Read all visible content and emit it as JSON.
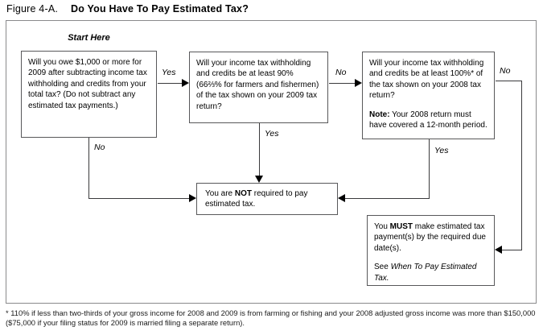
{
  "header": {
    "figure_label": "Figure 4-A.",
    "title": "Do You Have To Pay Estimated Tax?"
  },
  "flowchart": {
    "start_label": "Start Here",
    "boxes": {
      "q1": {
        "text": "Will you owe $1,000 or more for 2009 after subtracting income tax withholding and credits from your total tax? (Do not subtract any estimated tax payments.)"
      },
      "q2": {
        "text": "Will your income tax withholding and credits be at least 90% (66⅔% for farmers and fishermen) of the tax shown on your 2009 tax return?"
      },
      "q3": {
        "text": "Will your income tax withholding and credits be at least 100%* of the tax shown on your 2008 tax return?",
        "note_label": "Note:",
        "note_text": " Your 2008 return must have covered a 12-month period."
      },
      "not_required": {
        "pre": "You are ",
        "emph": "NOT",
        "post": " required to pay estimated tax."
      },
      "must_pay": {
        "pre": "You ",
        "emph": "MUST",
        "post": " make estimated tax payment(s) by the required due date(s).",
        "see_pre": "See ",
        "see_ref": "When To Pay Estimated Tax."
      }
    },
    "edge_labels": {
      "q1_yes": "Yes",
      "q1_no": "No",
      "q2_no": "No",
      "q2_yes": "Yes",
      "q3_no": "No",
      "q3_yes": "Yes"
    }
  },
  "footnote": "* 110% if less than two-thirds of your gross income for 2008 and 2009 is from farming or fishing and your 2008 adjusted gross income was more than $150,000 ($75,000 if your filing status for 2009 is married filing a separate return).",
  "colors": {
    "background": "#ffffff",
    "box_border": "#58585a",
    "frame_border": "#8a8a8c",
    "line": "#3a3a3c",
    "text": "#000000"
  }
}
